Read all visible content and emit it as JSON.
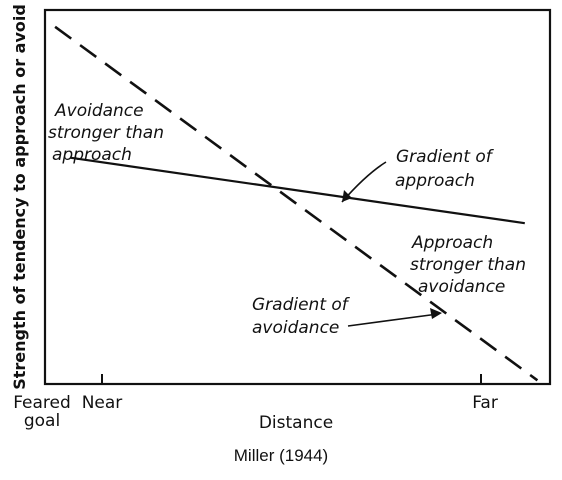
{
  "chart_data": {
    "type": "line",
    "ylabel": "Strength of tendency to approach or avoid",
    "xlabel": "Distance",
    "x_ticks": [
      "Near",
      "Far"
    ],
    "origin_label": [
      "Feared",
      "goal"
    ],
    "xlim": [
      0,
      10
    ],
    "ylim": [
      0,
      10
    ],
    "grid": false,
    "series": [
      {
        "name": "Gradient of avoidance",
        "style": "dashed",
        "x": [
          0.2,
          9.75
        ],
        "y": [
          9.55,
          0.1
        ]
      },
      {
        "name": "Gradient of approach",
        "style": "solid",
        "x": [
          0.5,
          9.5
        ],
        "y": [
          6.05,
          4.3
        ]
      }
    ],
    "annotations": [
      {
        "id": "avoid-stronger",
        "lines": [
          "Avoidance",
          "stronger than",
          "approach"
        ]
      },
      {
        "id": "grad-approach",
        "lines": [
          "Gradient of",
          "approach"
        ]
      },
      {
        "id": "approach-stronger",
        "lines": [
          "Approach",
          "stronger than",
          "avoidance"
        ]
      },
      {
        "id": "grad-avoidance",
        "lines": [
          "Gradient of",
          "avoidance"
        ]
      }
    ]
  },
  "caption": "Miller (1944)"
}
